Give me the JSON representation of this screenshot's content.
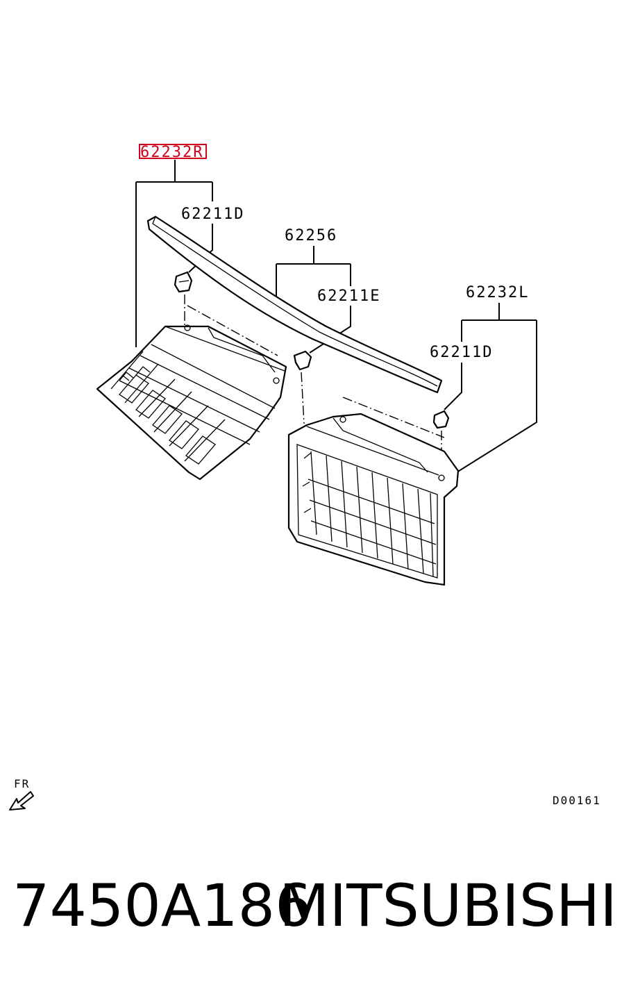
{
  "callouts": {
    "grille_right": "62232R",
    "clip_right": "62211D",
    "molding": "62256",
    "clip_center": "62211E",
    "grille_left": "62232L",
    "clip_left": "62211D"
  },
  "orientation_label": "FR",
  "diagram_code": "D00161",
  "footer": {
    "part_number": "7450A186",
    "brand": "MITSUBISHI"
  },
  "colors": {
    "highlight": "#d0021b",
    "line": "#000000",
    "background": "#ffffff"
  },
  "icons": [
    "front-direction-arrow-icon",
    "clip-icon"
  ]
}
